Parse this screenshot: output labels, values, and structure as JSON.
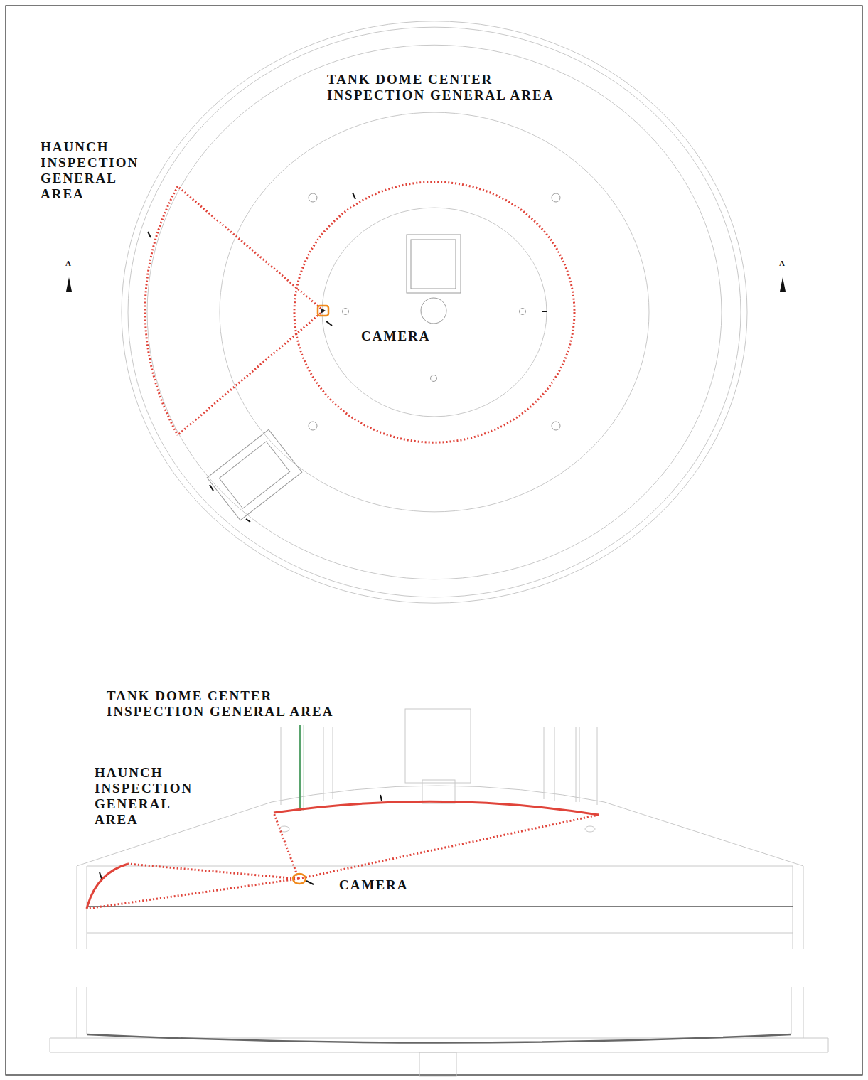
{
  "diagram": {
    "labels": [
      "TANK DOME CENTER INSPECTION GENERAL AREA",
      "HAUNCH INSPECTION GENERAL AREA",
      "A",
      "A",
      "CAMERA",
      "TANK DOME CENTER INSPECTION GENERAL AREA",
      "HAUNCH INSPECTION GENERAL AREA",
      "CAMERA"
    ]
  }
}
